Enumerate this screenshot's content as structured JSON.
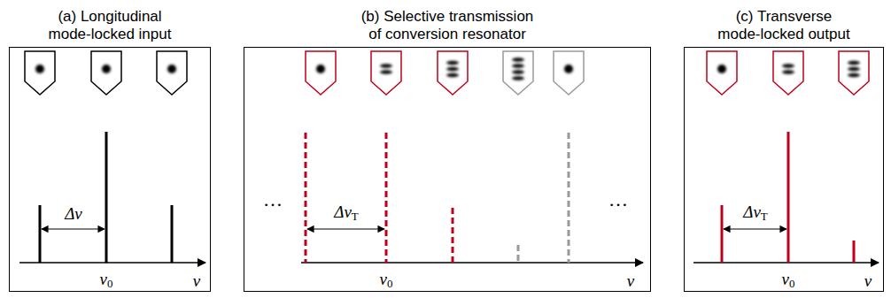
{
  "diagram": {
    "nodes": [
      {
        "text": [
          "(a) Longitudinal mode-locked input"
        ]
      },
      {
        "text": [
          "(b) Selective transmission of conversion resonator"
        ]
      },
      {
        "text": [
          "(c) Transverse mode-locked output"
        ]
      }
    ],
    "labels": [
      "Δν",
      "ν0",
      "ν",
      "…",
      "ΔνT",
      "ν0",
      "…",
      "ν",
      "ΔνT",
      "ν0",
      "ν"
    ]
  }
}
